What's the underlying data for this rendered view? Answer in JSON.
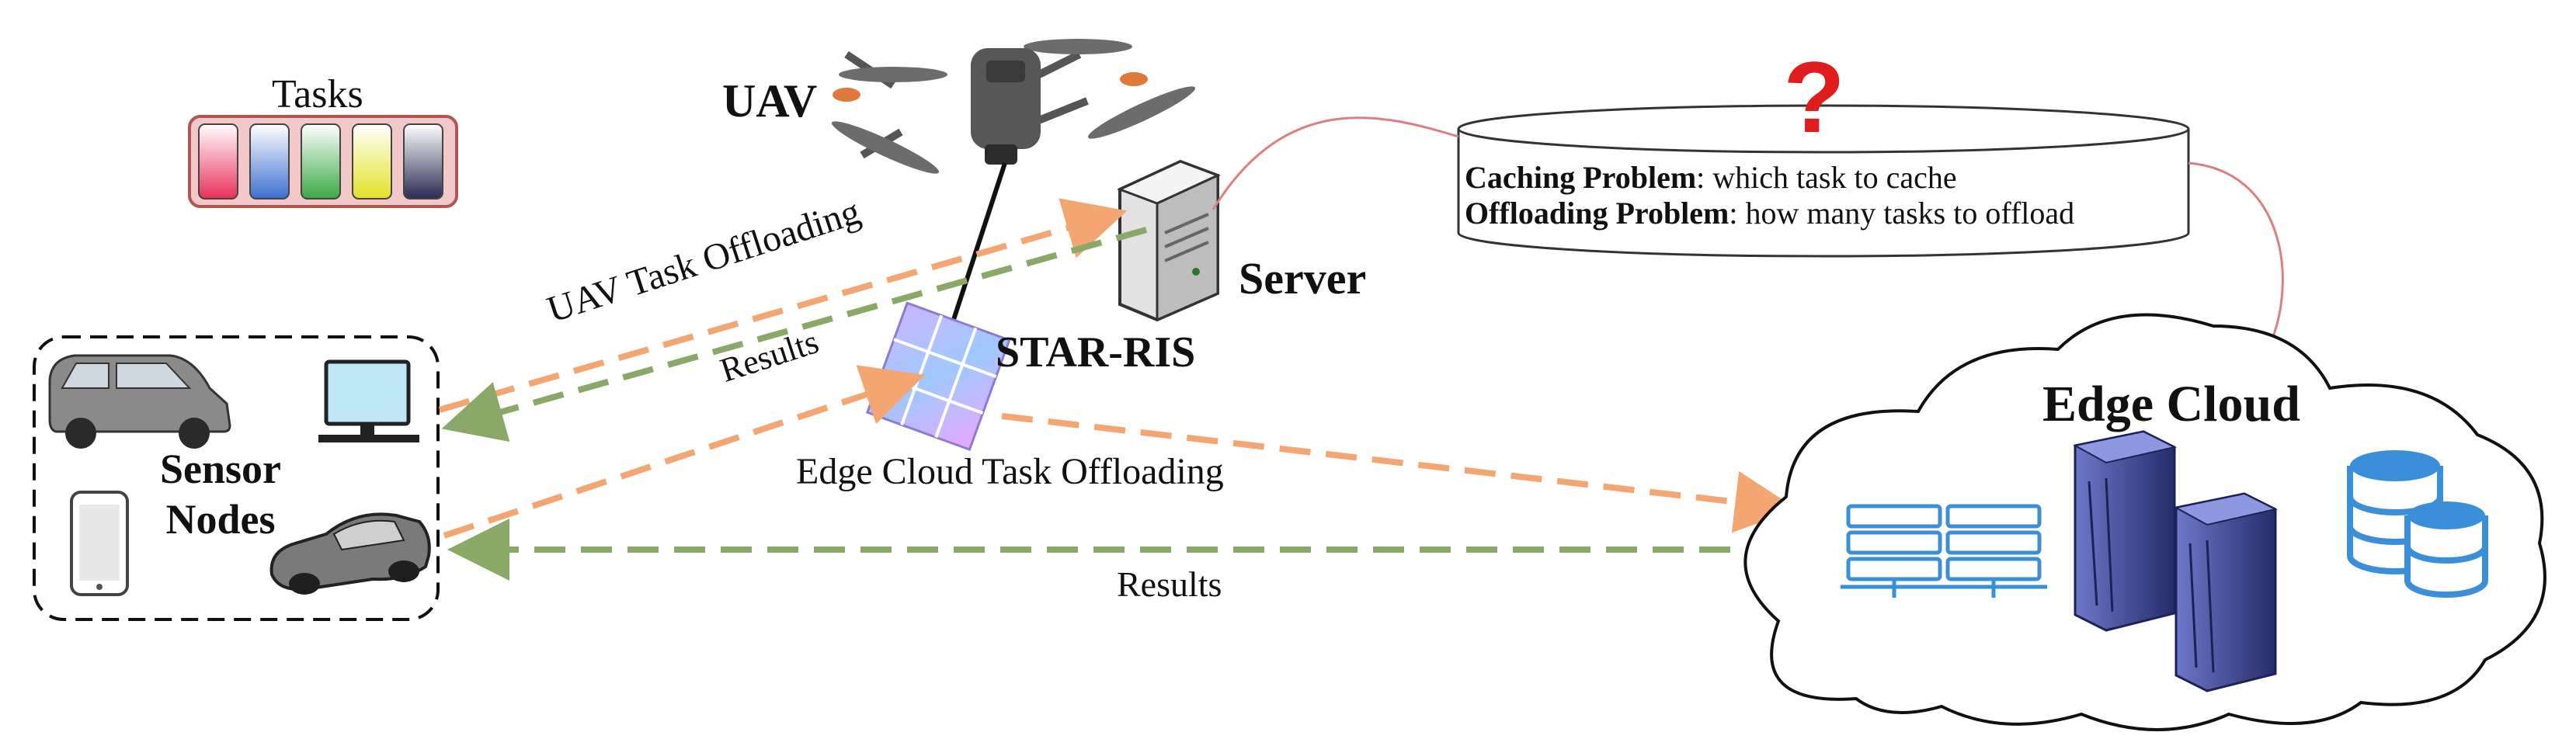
{
  "tasks": {
    "title": "Tasks",
    "colors": [
      "#e8305a",
      "#3d6fd1",
      "#3aa845",
      "#e2e226",
      "#2a2a55"
    ]
  },
  "uav": {
    "label": "UAV"
  },
  "server": {
    "label": "Server"
  },
  "star_ris": {
    "label": "STAR-RIS"
  },
  "links": {
    "uav_task_offloading": "UAV Task Offloading",
    "results_top": "Results",
    "edge_cloud_task_offloading": "Edge Cloud Task Offloading",
    "results_bottom": "Results"
  },
  "sensor_nodes": {
    "label_line1": "Sensor",
    "label_line2": "Nodes"
  },
  "problems": {
    "mark": "?",
    "caching_term": "Caching Problem",
    "caching_desc": ": which task to cache",
    "offloading_term": "Offloading Problem",
    "offloading_desc": ": how many tasks to offload"
  },
  "edge_cloud": {
    "label": "Edge Cloud"
  },
  "colors": {
    "offload_arrow": "#f4a672",
    "result_arrow": "#8aa868",
    "link_curve": "#d98080",
    "question": "#e01d1d",
    "server_blue": "#3f4a9a",
    "db_blue": "#3b8ed8"
  }
}
